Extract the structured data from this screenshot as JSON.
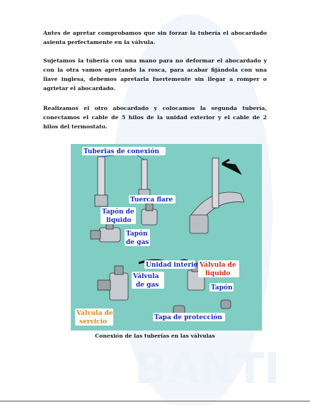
{
  "paragraphs": [
    "Antes de apretar comprobamos que sin forzar la tubería el abocardado asienta perfectamente en la válvula.",
    "Sujetamos la tubería con una mano para no deformar el abocardado y con la otra vamos apretando la rosca, para acabar fijándola con una llave inglesa, debemos apretarla fuertemente sin llegar a romper o agrietar el abocardado.",
    "Realizamos el otro abocardado y colocamos la segunda tubería, conectamos el cable de 5 hilos de la unidad exterior y el cable de 2 hilos del termostato."
  ],
  "figure": {
    "labels": {
      "tuberias": "Tuberias de conexión",
      "tuerca": "Tuerca flare",
      "tapon_liquido_1": "Tapón de",
      "tapon_liquido_2": "liquido",
      "tapon_gas_1": "Tapón",
      "tapon_gas_2": "de gas",
      "unidad": "Unidad interior",
      "valvula_liquido_1": "Válvula de",
      "valvula_liquido_2": "liquido",
      "valvula_gas_1": "Válvula",
      "valvula_gas_2": "de gas",
      "tapon": "Tapón",
      "valvula_servicio_1": "Válvula de",
      "valvula_servicio_2": "servicio",
      "tapa": "Tapa de protección"
    },
    "colors": {
      "background": "#7fcdc3",
      "blue_label": "#1a2fbf",
      "red_label": "#d42a1a",
      "orange_label": "#e08a1a"
    }
  },
  "caption": "Conexión de las tuberías en las válvulas"
}
